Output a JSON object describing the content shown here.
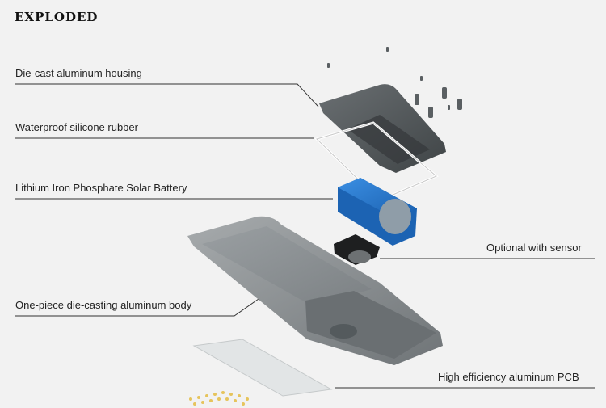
{
  "title": "EXPLODED",
  "labels": {
    "housing": "Die-cast aluminum housing",
    "rubber": "Waterproof silicone rubber",
    "battery": "Lithium Iron Phosphate Solar Battery",
    "sensor": "Optional with sensor",
    "body": "One-piece die-casting aluminum body",
    "pcb": "High efficiency aluminum PCB"
  },
  "colors": {
    "housing": "#5b6063",
    "battery": "#1f6fc4",
    "body": "#8c9194",
    "pcb": "#d8dcdd",
    "leds": "#e9c96a"
  }
}
